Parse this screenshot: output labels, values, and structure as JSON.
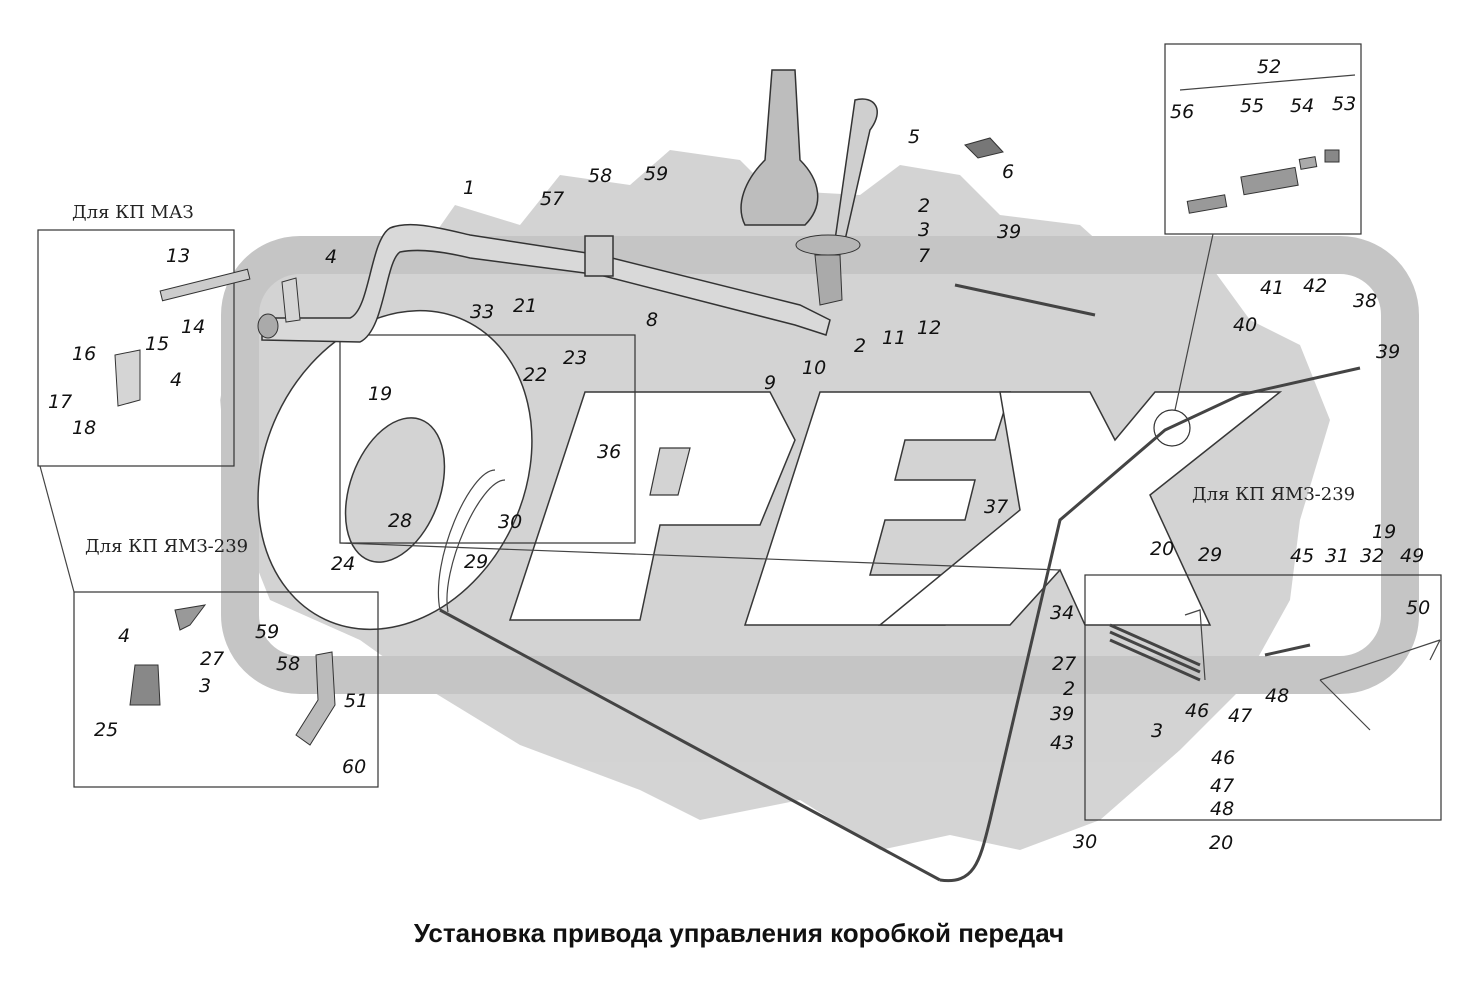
{
  "title": "Установка привода управления коробкой передач",
  "watermark": "ОРЕХ",
  "colors": {
    "watermark_gray": "#c8c8c8",
    "line": "#333333",
    "background": "#ffffff"
  },
  "notes": {
    "kp_maz": "Для КП МАЗ",
    "kp_yamz_left": "Для КП ЯМЗ-239",
    "kp_yamz_right": "Для КП ЯМЗ-239"
  },
  "labels": {
    "main": [
      "1",
      "2",
      "3",
      "7",
      "5",
      "6",
      "39",
      "8",
      "9",
      "10",
      "2",
      "11",
      "12",
      "57",
      "58",
      "59",
      "4",
      "33",
      "21",
      "23",
      "22",
      "19",
      "36",
      "24",
      "28",
      "29",
      "30",
      "37",
      "41",
      "42",
      "38",
      "40",
      "39"
    ],
    "inset_maz": [
      "13",
      "14",
      "15",
      "16",
      "4",
      "17",
      "18"
    ],
    "inset_yamz_left": [
      "4",
      "27",
      "3",
      "25",
      "59",
      "58",
      "51",
      "60"
    ],
    "inset_52": [
      "52",
      "56",
      "55",
      "54",
      "53"
    ],
    "inset_yamz_right": [
      "20",
      "29",
      "34",
      "27",
      "2",
      "39",
      "43",
      "3",
      "19",
      "45",
      "31",
      "32",
      "49",
      "50",
      "46",
      "47",
      "48",
      "46",
      "47",
      "48",
      "20",
      "30"
    ]
  }
}
